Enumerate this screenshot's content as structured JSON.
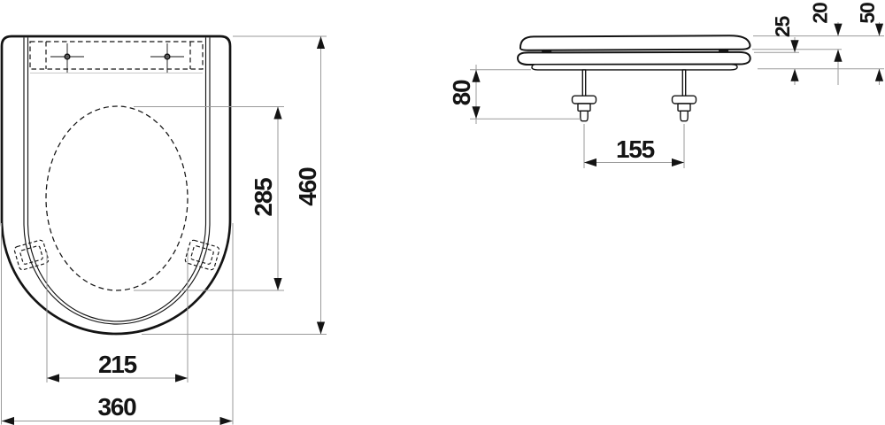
{
  "drawing": {
    "kind": "technical-dimension-drawing",
    "subject": "toilet-seat-with-lid",
    "views": {
      "top": {
        "dims": {
          "opening_depth": "285",
          "overall_depth": "460",
          "inner_width": "215",
          "overall_width": "360"
        }
      },
      "side": {
        "dims": {
          "seat_profile_height": "25",
          "lid_height": "20",
          "total_height": "50",
          "hinge_bolt_length": "80",
          "hinge_bolt_spacing": "155"
        }
      }
    },
    "colors": {
      "line": "#141414",
      "dim_line": "#9a9a9a",
      "background": "#ffffff"
    }
  }
}
